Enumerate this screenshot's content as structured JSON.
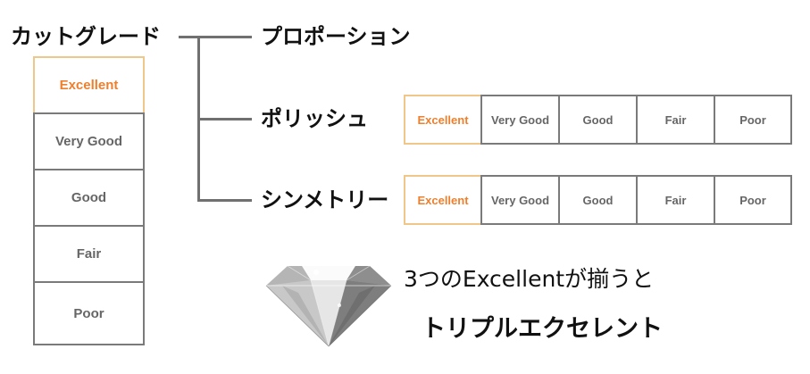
{
  "cut_grade": {
    "title": "カットグレード",
    "grades": [
      "Excellent",
      "Very Good",
      "Good",
      "Fair",
      "Poor"
    ],
    "active_index": 0
  },
  "components": {
    "proportion": {
      "label": "プロポーション"
    },
    "polish": {
      "label": "ポリッシュ",
      "grades": [
        "Excellent",
        "Very Good",
        "Good",
        "Fair",
        "Poor"
      ],
      "active_index": 0
    },
    "symmetry": {
      "label": "シンメトリー",
      "grades": [
        "Excellent",
        "Very Good",
        "Good",
        "Fair",
        "Poor"
      ],
      "active_index": 0
    }
  },
  "caption": {
    "line1": "3つのExcellentが揃うと",
    "line2": "トリプルエクセレント"
  },
  "colors": {
    "accent": "#ee7f2d",
    "accent_border": "#f0c78a",
    "border": "#7a7a7a",
    "text_muted": "#666666"
  },
  "icons": {
    "diamond": "diamond-icon"
  }
}
